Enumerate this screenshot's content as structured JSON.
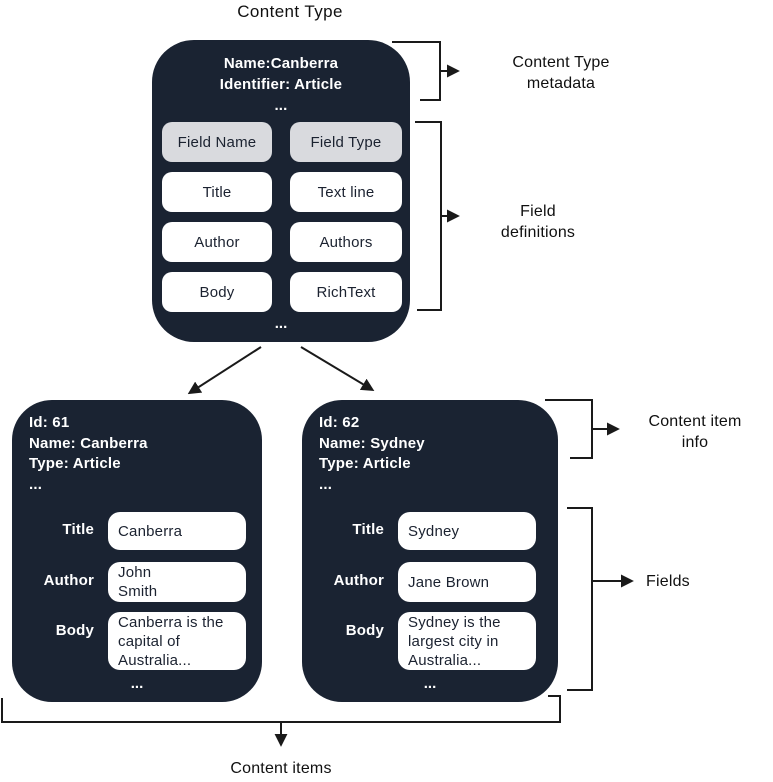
{
  "diagram_title": "Content Type",
  "colors": {
    "box_bg": "#1a2332",
    "header_cell_bg": "#d9dade",
    "cell_bg": "#ffffff",
    "line": "#1a1a1a"
  },
  "content_type_box": {
    "name_line": "Name:Canberra",
    "identifier_line": "Identifier: Article",
    "ellipsis": "...",
    "field_table": {
      "header": [
        "Field Name",
        "Field Type"
      ],
      "rows": [
        [
          "Title",
          "Text line"
        ],
        [
          "Author",
          "Authors"
        ],
        [
          "Body",
          "RichText"
        ]
      ]
    }
  },
  "annotations": {
    "content_type_metadata": "Content Type metadata",
    "field_definitions": "Field definitions",
    "content_item_info": "Content item info",
    "fields": "Fields",
    "content_items": "Content items"
  },
  "content_items": [
    {
      "id_line": "Id: 61",
      "name_line": "Name: Canberra",
      "type_line": "Type: Article",
      "ellipsis": "...",
      "fields": [
        {
          "label": "Title",
          "value": "Canberra"
        },
        {
          "label": "Author",
          "value": "John\nSmith"
        },
        {
          "label": "Body",
          "value": "Canberra is the\ncapital of\nAustralia..."
        }
      ]
    },
    {
      "id_line": "Id: 62",
      "name_line": "Name: Sydney",
      "type_line": "Type: Article",
      "ellipsis": "...",
      "fields": [
        {
          "label": "Title",
          "value": "Sydney"
        },
        {
          "label": "Author",
          "value": "Jane Brown"
        },
        {
          "label": "Body",
          "value": "Sydney is the\nlargest city in\nAustralia..."
        }
      ]
    }
  ]
}
